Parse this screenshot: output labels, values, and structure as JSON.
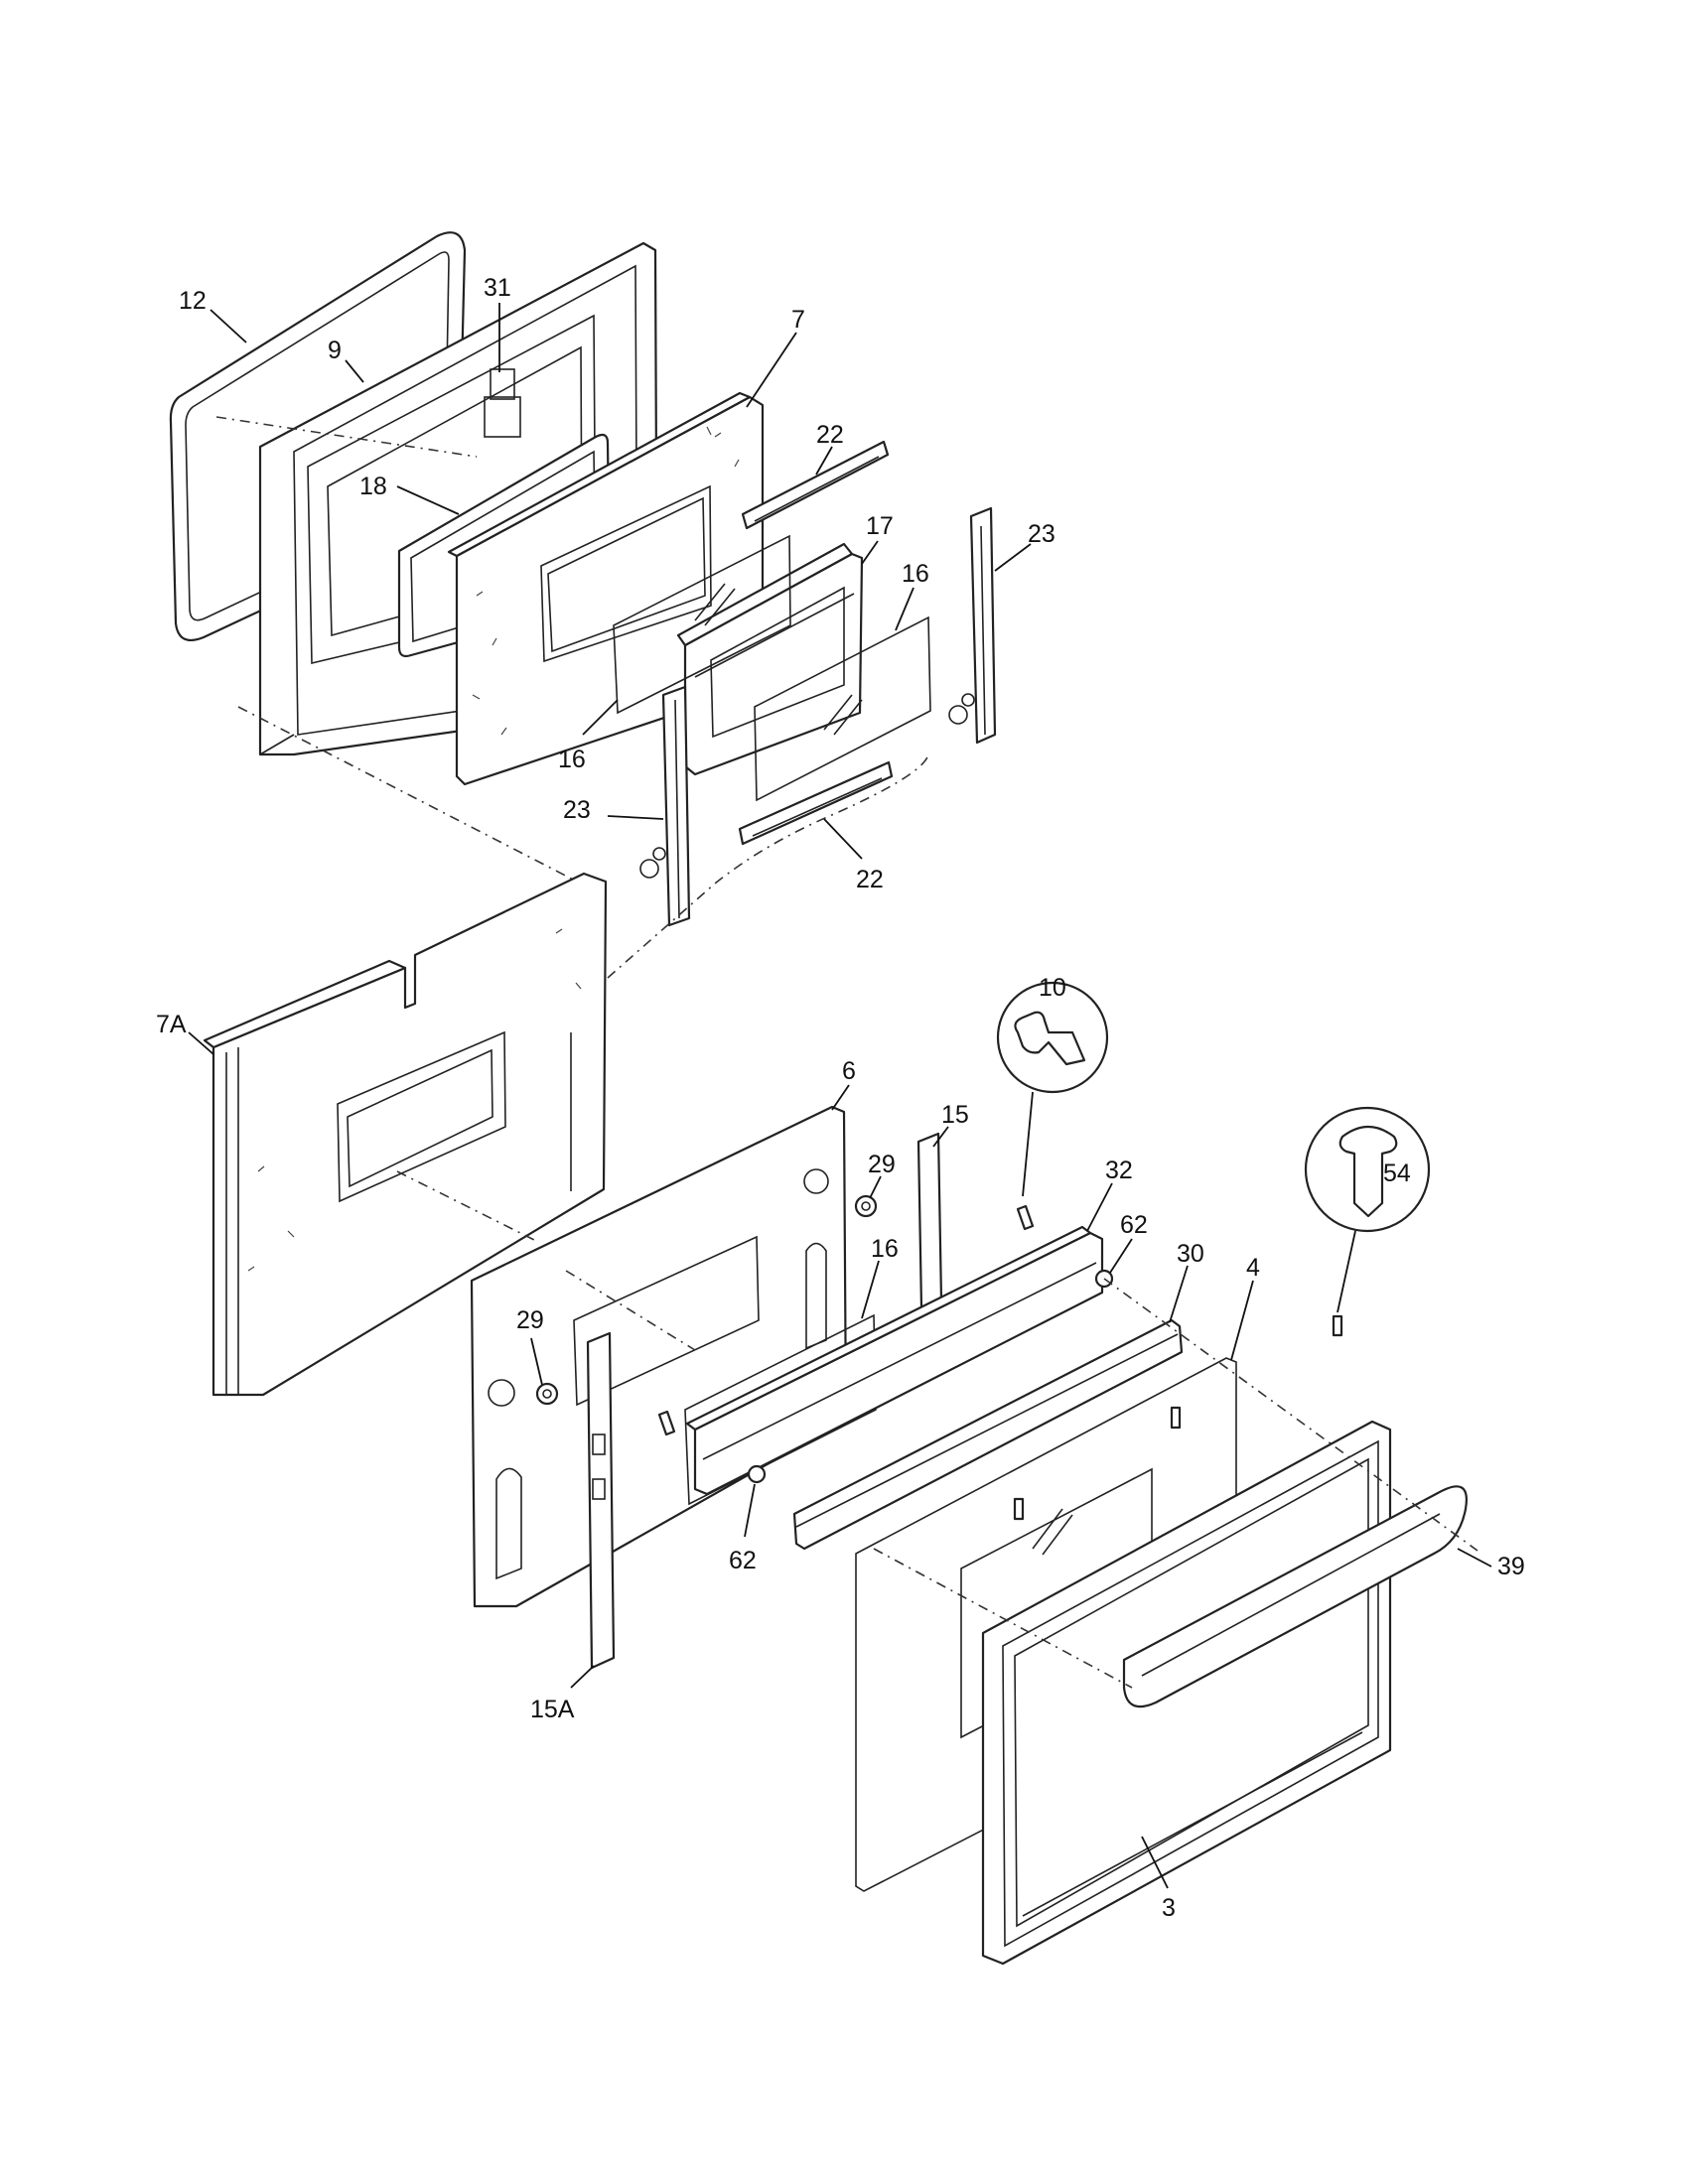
{
  "diagram": {
    "callouts": {
      "c12": "12",
      "c9": "9",
      "c31": "31",
      "c7": "7",
      "c18": "18",
      "c22a": "22",
      "c17": "17",
      "c23a": "23",
      "c16a": "16",
      "c16b": "16",
      "c23b": "23",
      "c22b": "22",
      "c7A": "7A",
      "c10": "10",
      "c6": "6",
      "c15": "15",
      "c29a": "29",
      "c32": "32",
      "c54": "54",
      "c62a": "62",
      "c30": "30",
      "c4": "4",
      "c16c": "16",
      "c29b": "29",
      "c62b": "62",
      "c39": "39",
      "c15A": "15A",
      "c3": "3"
    }
  }
}
